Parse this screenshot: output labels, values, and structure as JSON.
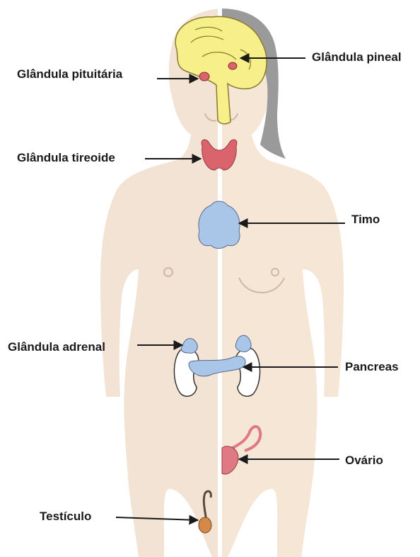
{
  "labels": {
    "pineal": "Glândula pineal",
    "pituitaria": "Glândula pituitária",
    "tireoide": "Glândula tireoide",
    "timo": "Timo",
    "adrenal": "Glândula adrenal",
    "pancreas": "Pancreas",
    "ovario": "Ovário",
    "testiculo": "Testículo"
  },
  "colors": {
    "skin_male": "#f2e3d4",
    "skin_female": "#f5e6d6",
    "hair": "#9a9a9a",
    "brain": "#f7f08a",
    "thyroid": "#d9646c",
    "thymus": "#a9c6e8",
    "pancreas": "#a9c6e8",
    "kidney": "#ffffff",
    "ovary": "#e07a82",
    "testis": "#d4884a",
    "line": "#1a1a1a"
  }
}
